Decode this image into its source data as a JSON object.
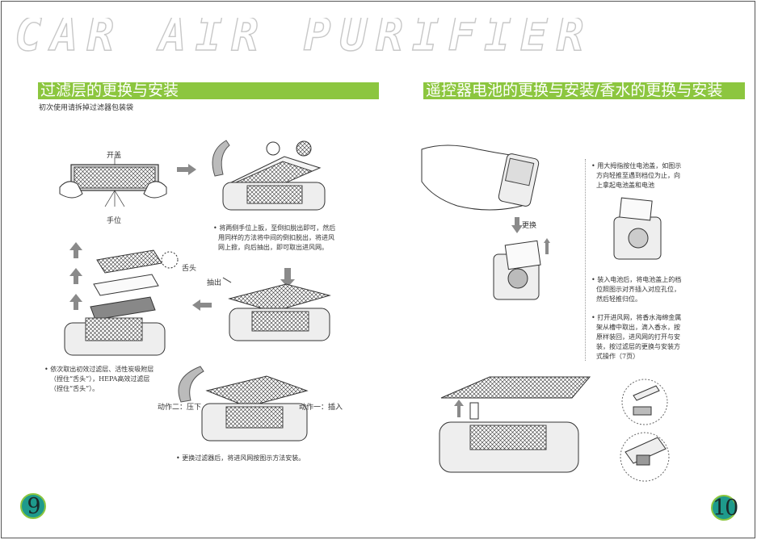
{
  "banner": {
    "title": "CAR AIR PURIFIER"
  },
  "left": {
    "heading": "过滤层的更换与安装",
    "subheading": "初次使用请拆掉过滤器包装袋",
    "label_open": "开盖",
    "label_hand": "手位",
    "label_tongue": "舌头",
    "label_pull": "抽出",
    "step1": [
      "• 将两侧手位上扳，至倒扣脱出即可，然后",
      "用同样的方法将中间的倒扣脱出，将进风",
      "网上掀，向后抽出，即可取出进风网。"
    ],
    "step2": [
      "• 依次取出初效过滤层、活性炭吸附层",
      "（捏住“舌头”），HEPA高效过滤层",
      "（捏住“舌头”）。"
    ],
    "action2": "动作二：压下",
    "action1": "动作一：插入",
    "step3": "• 更换过滤器后，将进风网按图示方法安装。",
    "page_number": "9"
  },
  "right": {
    "heading": "遥控器电池的更换与安装/香水的更换与安装",
    "label_replace": "更换",
    "note1": [
      "• 用大拇指按住电池盖，如图示",
      "方向轻推至遇到档位为止，向",
      "上拿起电池盖和电池"
    ],
    "note2": [
      "• 装入电池后，将电池盖上的档",
      "位照图示对齐插入对应孔位，",
      "然后轻推归位。"
    ],
    "note3": [
      "• 打开进风网，将香水海绵金属",
      "架从槽中取出，滴入香水，按",
      "原样装回，进风网的打开与安",
      "装，按过滤层的更换与安装方",
      "式操作（7页）"
    ],
    "page_number": "10"
  },
  "colors": {
    "accent_green": "#8cc63f",
    "page_number_fill": "#1e9a8c",
    "arrow_gray": "#8a8a8a"
  }
}
